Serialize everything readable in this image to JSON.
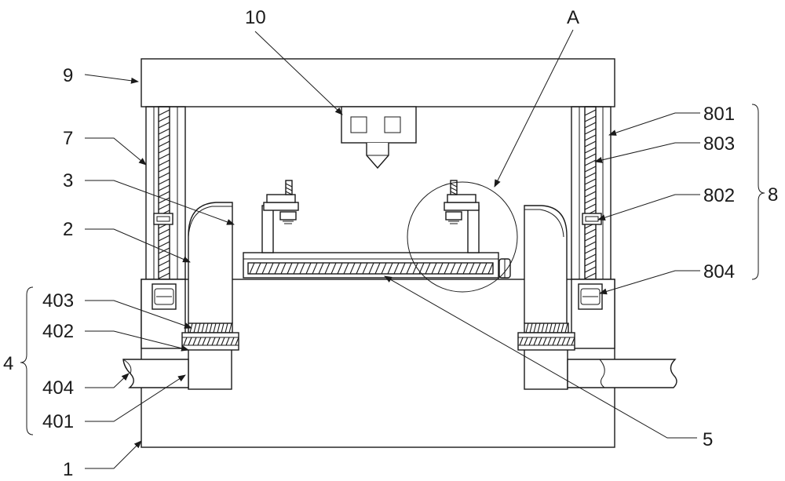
{
  "labels": {
    "l1": "1",
    "l2": "2",
    "l3": "3",
    "l4": "4",
    "l401": "401",
    "l402": "402",
    "l403": "403",
    "l404": "404",
    "l5": "5",
    "l7": "7",
    "l8": "8",
    "l801": "801",
    "l802": "802",
    "l803": "803",
    "l804": "804",
    "l9": "9",
    "l10": "10",
    "lA": "A"
  }
}
